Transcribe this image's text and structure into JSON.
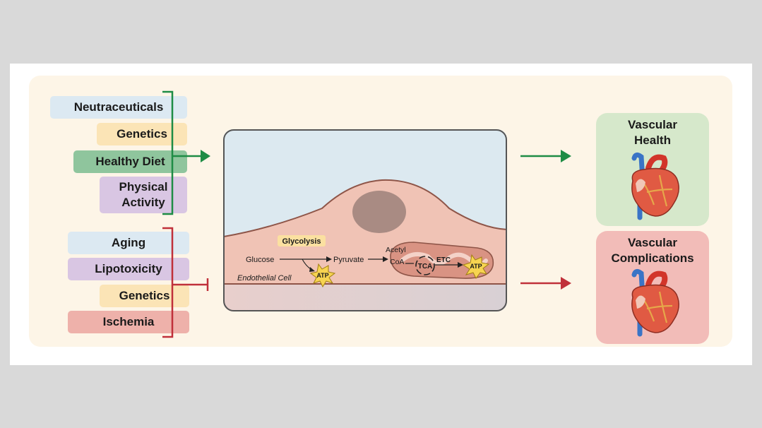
{
  "colors": {
    "background": "#d9d9d9",
    "panel": "#fdf5e7",
    "positive": "#1e8c45",
    "negative": "#c0303a"
  },
  "positive_factors": [
    "Neutraceuticals",
    "Genetics",
    "Healthy Diet",
    "Physical Activity"
  ],
  "negative_factors": [
    "Aging",
    "Lipotoxicity",
    "Genetics",
    "Ischemia"
  ],
  "cell": {
    "name": "Endothelial Cell",
    "glucose": "Glucose",
    "glycolysis": "Glycolysis",
    "atp_glycolysis": "ATP",
    "pyruvate": "Pyruvate",
    "acetyl": "Acetyl",
    "coa": "CoA",
    "tca": "TCA",
    "etc": "ETC",
    "atp_mito": "ATP"
  },
  "outcomes": {
    "health_line1": "Vascular",
    "health_line2": "Health",
    "comp_line1": "Vascular",
    "comp_line2": "Complications",
    "heart_icon": "heart-icon"
  }
}
